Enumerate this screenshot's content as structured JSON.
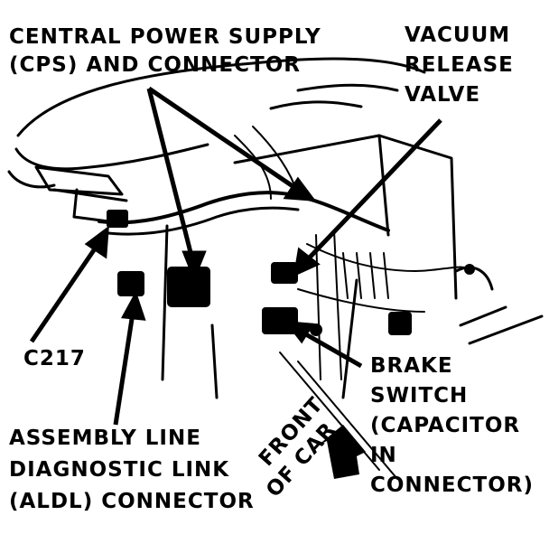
{
  "labels": {
    "cps_line1": "CENTRAL POWER SUPPLY",
    "cps_line2": "(CPS) AND CONNECTOR",
    "vac_line1": "VACUUM",
    "vac_line2": "RELEASE",
    "vac_line3": "VALVE",
    "c217": "C217",
    "aldl_line1": "ASSEMBLY LINE",
    "aldl_line2": "DIAGNOSTIC LINK",
    "aldl_line3": "(ALDL) CONNECTOR",
    "brake_line1": "BRAKE",
    "brake_line2": "SWITCH",
    "brake_line3": "(CAPACITOR",
    "brake_line4": "IN",
    "brake_line5": "CONNECTOR)",
    "front_line1": "FRONT",
    "front_line2": "OF CAR"
  }
}
